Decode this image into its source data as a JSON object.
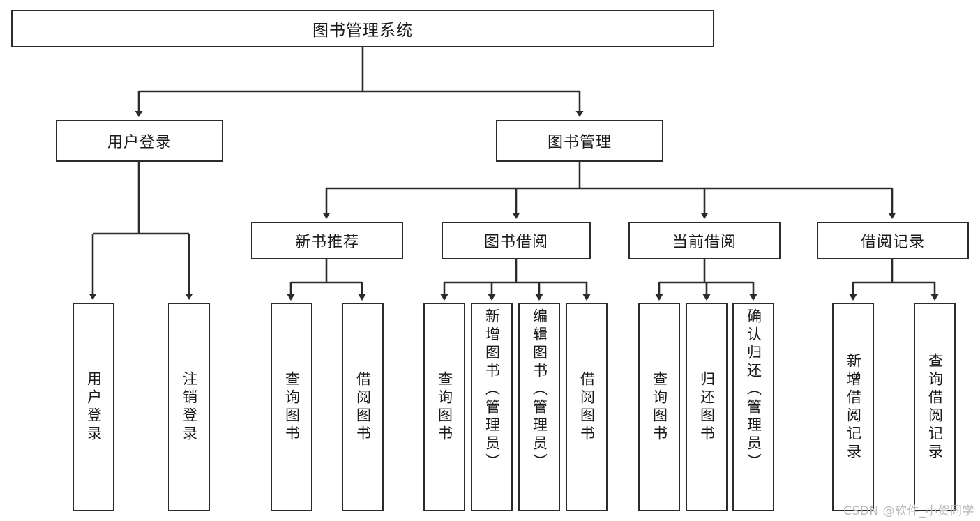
{
  "diagram": {
    "title": "图书管理系统",
    "watermark": "CSDN @软件_小贺同学",
    "line_color": "#2b2b2b",
    "background": "#ffffff",
    "text_color": "#1a1a1a",
    "watermark_color": "#b9b9b9",
    "levels": {
      "root": {
        "label": "图书管理系统"
      },
      "level2": [
        {
          "label": "用户登录"
        },
        {
          "label": "图书管理"
        }
      ],
      "level3": [
        {
          "label": "新书推荐"
        },
        {
          "label": "图书借阅"
        },
        {
          "label": "当前借阅"
        },
        {
          "label": "借阅记录"
        }
      ],
      "leaves": [
        {
          "label": "用户登录",
          "parent": "用户登录"
        },
        {
          "label": "注销登录",
          "parent": "用户登录"
        },
        {
          "label": "查询图书",
          "parent": "新书推荐"
        },
        {
          "label": "借阅图书",
          "parent": "新书推荐"
        },
        {
          "label": "查询图书",
          "parent": "图书借阅"
        },
        {
          "label": "新增图书（管理员）",
          "parent": "图书借阅"
        },
        {
          "label": "编辑图书（管理员）",
          "parent": "图书借阅"
        },
        {
          "label": "借阅图书",
          "parent": "图书借阅"
        },
        {
          "label": "查询图书",
          "parent": "当前借阅"
        },
        {
          "label": "归还图书",
          "parent": "当前借阅"
        },
        {
          "label": "确认归还（管理员）",
          "parent": "当前借阅"
        },
        {
          "label": "新增借阅记录",
          "parent": "借阅记录"
        },
        {
          "label": "查询借阅记录",
          "parent": "借阅记录"
        }
      ]
    },
    "nodes": {
      "root": {
        "label": "图书管理系统"
      },
      "user_login": {
        "label": "用户登录"
      },
      "book_manage": {
        "label": "图书管理"
      },
      "new_book_rec": {
        "label": "新书推荐"
      },
      "book_borrow": {
        "label": "图书借阅"
      },
      "current_borrow": {
        "label": "当前借阅"
      },
      "borrow_record": {
        "label": "借阅记录"
      },
      "leaf_user_login": {
        "label": "用户登录"
      },
      "leaf_logout": {
        "label": "注销登录"
      },
      "leaf_query_book_1": {
        "label": "查询图书"
      },
      "leaf_borrow_book_1": {
        "label": "借阅图书"
      },
      "leaf_query_book_2": {
        "label": "查询图书"
      },
      "leaf_add_book_admin": {
        "label": "新增图书（管理员）"
      },
      "leaf_edit_book_admin": {
        "label": "编辑图书（管理员）"
      },
      "leaf_borrow_book_2": {
        "label": "借阅图书"
      },
      "leaf_query_book_3": {
        "label": "查询图书"
      },
      "leaf_return_book": {
        "label": "归还图书"
      },
      "leaf_confirm_return_admin": {
        "label": "确认归还（管理员）"
      },
      "leaf_add_record": {
        "label": "新增借阅记录"
      },
      "leaf_query_record": {
        "label": "查询借阅记录"
      }
    }
  }
}
